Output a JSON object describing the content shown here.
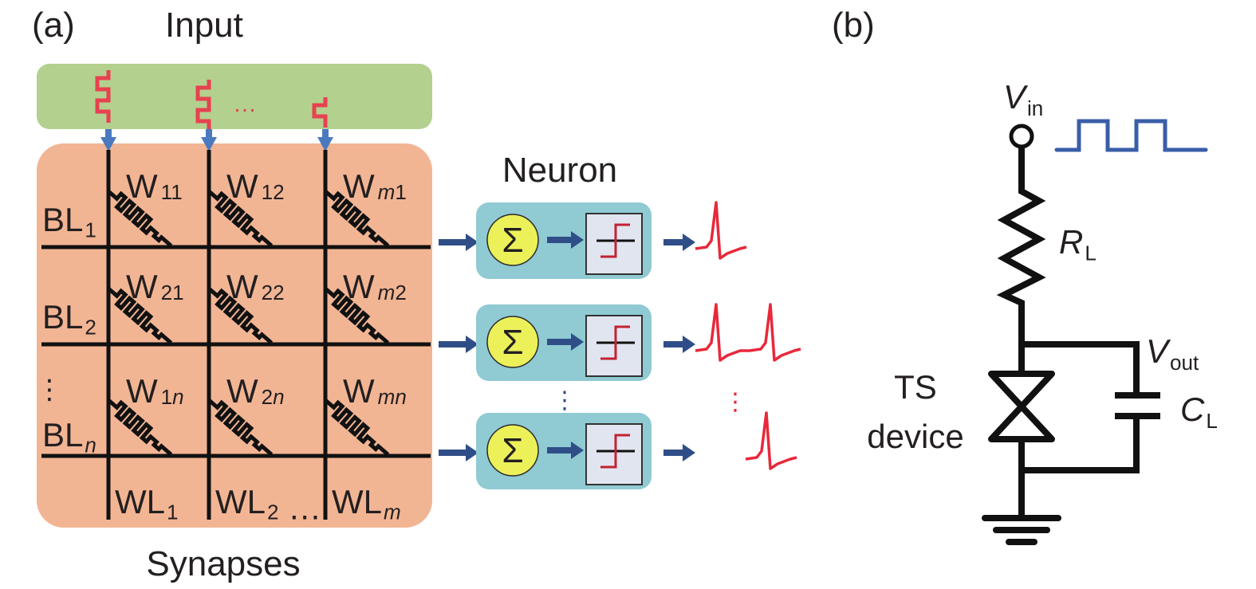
{
  "panel_a": {
    "label": "(a)",
    "input_title": "Input",
    "input_ellipsis": "…",
    "synapses_title": "Synapses",
    "neuron_title": "Neuron",
    "bit_lines": [
      {
        "base": "BL",
        "sub": "1"
      },
      {
        "base": "BL",
        "sub": "2"
      },
      {
        "base": "BL",
        "sub": "n"
      }
    ],
    "bit_line_ellipsis": "⋮",
    "word_lines": [
      {
        "base": "WL",
        "sub": "1"
      },
      {
        "base": "WL",
        "sub": "2",
        "suffix": "…"
      },
      {
        "base": "WL",
        "sub": "m"
      }
    ],
    "weights": [
      [
        {
          "base": "W",
          "sub": "11"
        },
        {
          "base": "W",
          "sub": "12"
        },
        {
          "base": "W",
          "sub": "m1"
        }
      ],
      [
        {
          "base": "W",
          "sub": "21"
        },
        {
          "base": "W",
          "sub": "22"
        },
        {
          "base": "W",
          "sub": "m2"
        }
      ],
      [
        {
          "base": "W",
          "sub": "1n"
        },
        {
          "base": "W",
          "sub": "2n"
        },
        {
          "base": "W",
          "sub": "mn"
        }
      ]
    ],
    "neurons": [
      {
        "sum_symbol": "Σ",
        "spikes": 1
      },
      {
        "sum_symbol": "Σ",
        "spikes": 2
      },
      {
        "sum_symbol": "Σ",
        "spikes": 1
      }
    ],
    "neuron_ellipsis": "⋮",
    "output_ellipsis": "⋮"
  },
  "panel_b": {
    "label": "(b)",
    "vin": {
      "base": "V",
      "sub": "in"
    },
    "rl": {
      "base": "R",
      "sub": "L"
    },
    "vout": {
      "base": "V",
      "sub": "out"
    },
    "cl": {
      "base": "C",
      "sub": "L"
    },
    "ts_device_line1": "TS",
    "ts_device_line2": "device",
    "input_pulses": 2
  },
  "colors": {
    "input_bg": "#b3d08f",
    "synapse_bg": "#f2b594",
    "neuron_bg": "#90cad3",
    "sum_fill": "#ecf15a",
    "step_box": "#e1e5f0",
    "spike_red": "#e8283a",
    "input_red": "#e8414f",
    "arrow_blue": "#2f4e88",
    "down_arrow_blue": "#4b79bf",
    "pulse_blue": "#3a5ea8",
    "wire": "#111111"
  }
}
